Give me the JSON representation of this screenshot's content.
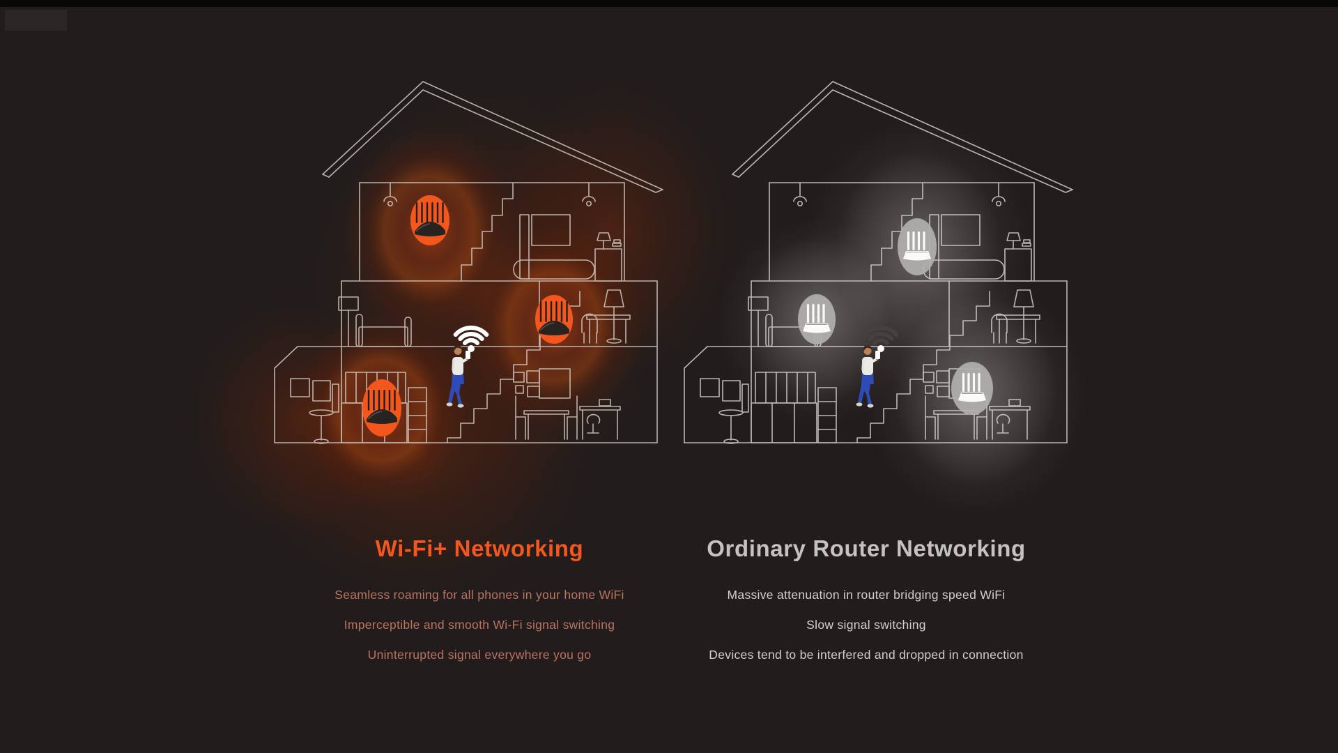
{
  "page": {
    "background_color": "#221d1c",
    "top_bar_color": "#0a0807",
    "window_chip_color": "#2b2726"
  },
  "left_panel": {
    "title": "Wi-Fi+ Networking",
    "title_color": "#f2571f",
    "features": [
      "Seamless roaming for all phones in your home WiFi",
      "Imperceptible and smooth Wi-Fi signal switching",
      "Uninterrupted signal everywhere you go"
    ],
    "feature_text_color": "#ba7460",
    "accent_color": "#f4571d",
    "glow_color": "#c64310",
    "line_color": "#d9d3cc",
    "router_count": 3,
    "icons": {
      "router": "router-icon",
      "wifi": "wifi-strong-icon",
      "person": "person-figure"
    }
  },
  "right_panel": {
    "title": "Ordinary Router Networking",
    "title_color": "#c4c3c2",
    "features": [
      "Massive attenuation in router bridging speed WiFi",
      "Slow signal switching",
      "Devices tend to be interfered and dropped in connection"
    ],
    "feature_text_color": "#d2d0cf",
    "accent_color": "#b2b0ae",
    "glow_color": "#ffffff",
    "line_color": "#dcd9d6",
    "router_count": 3,
    "icons": {
      "router": "router-weak-icon",
      "wifi": "wifi-weak-icon",
      "person": "person-figure"
    }
  }
}
